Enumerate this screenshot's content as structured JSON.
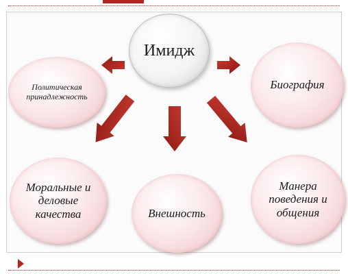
{
  "diagram": {
    "center": "Имидж",
    "nodes": {
      "political": "Политическая принадлежность",
      "biography": "Биография",
      "qualities": "Моральные и деловые качества",
      "appearance": "Внешность",
      "manner": "Манера поведения и общения"
    }
  },
  "colors": {
    "accent": "#b0271f",
    "arrow": "#b0271f",
    "node_fill": "#f6dadd",
    "center_fill": "#f0f0f0"
  }
}
